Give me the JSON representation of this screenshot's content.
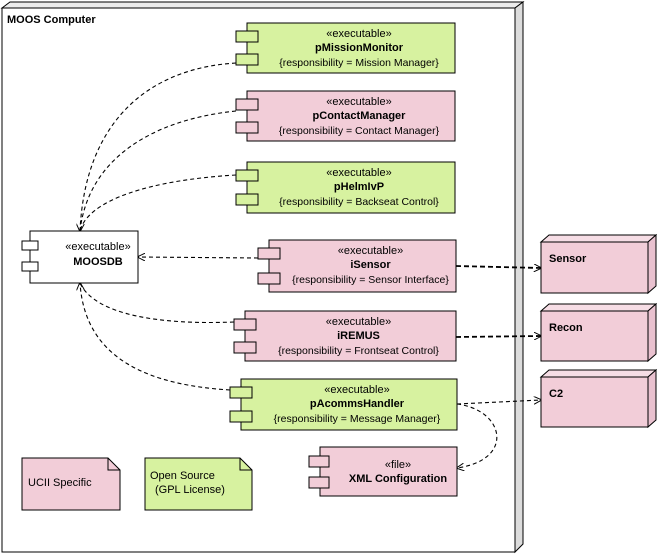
{
  "computer": {
    "title": "MOOS Computer"
  },
  "components": [
    {
      "id": "pMissionMonitor",
      "stereotype": "«executable»",
      "name": "pMissionMonitor",
      "responsibility": "{responsibility = Mission Manager}",
      "color": "#d7f2a0"
    },
    {
      "id": "pContactManager",
      "stereotype": "«executable»",
      "name": "pContactManager",
      "responsibility": "{responsibility = Contact Manager}",
      "color": "#f2cdd8"
    },
    {
      "id": "pHelmIvP",
      "stereotype": "«executable»",
      "name": "pHelmIvP",
      "responsibility": "{responsibility = Backseat Control}",
      "color": "#d7f2a0"
    },
    {
      "id": "iSensor",
      "stereotype": "«executable»",
      "name": "iSensor",
      "responsibility": "{responsibility = Sensor Interface}",
      "color": "#f2cdd8"
    },
    {
      "id": "iREMUS",
      "stereotype": "«executable»",
      "name": "iREMUS",
      "responsibility": "{responsibility = Frontseat Control}",
      "color": "#f2cdd8"
    },
    {
      "id": "pAcommsHandler",
      "stereotype": "«executable»",
      "name": "pAcommsHandler",
      "responsibility": "{responsibility = Message Manager}",
      "color": "#d7f2a0"
    }
  ],
  "moosdb": {
    "stereotype": "«executable»",
    "name": "MOOSDB",
    "color": "#ffffff"
  },
  "file": {
    "stereotype": "«file»",
    "name": "XML Configuration",
    "color": "#f2cdd8"
  },
  "nodes": [
    {
      "id": "sensor",
      "name": "Sensor",
      "color": "#f2cdd8"
    },
    {
      "id": "recon",
      "name": "Recon",
      "color": "#f2cdd8"
    },
    {
      "id": "c2",
      "name": "C2",
      "color": "#f2cdd8"
    }
  ],
  "notes": [
    {
      "id": "ucii",
      "text_lines": [
        "UCII Specific"
      ],
      "color": "#f2cdd8"
    },
    {
      "id": "opensource",
      "text_lines": [
        "Open Source",
        "(GPL License)"
      ],
      "color": "#d7f2a0"
    }
  ]
}
